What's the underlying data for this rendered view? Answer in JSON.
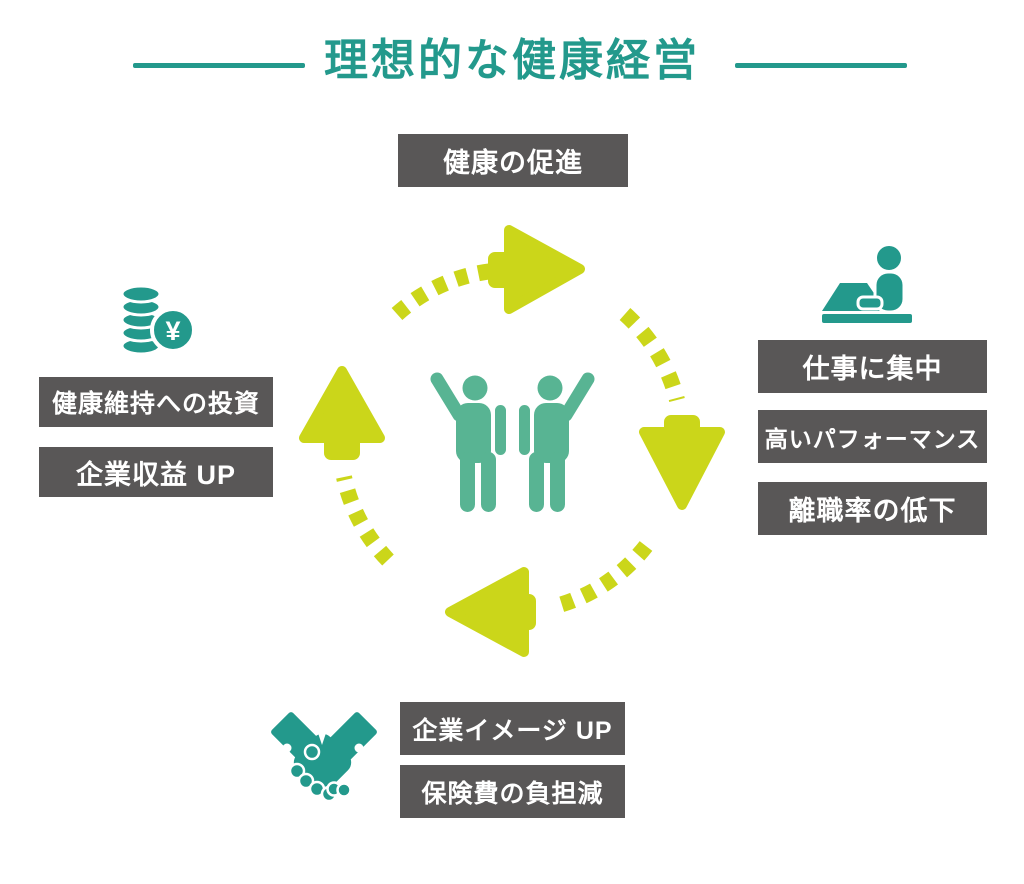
{
  "title": {
    "text": "理想的な健康経営"
  },
  "colors": {
    "teal": "#23998C",
    "people_green": "#58B493",
    "arrow_lime": "#CBD61A",
    "box_bg": "#595757",
    "box_text": "#FFFFFF"
  },
  "cycle": {
    "top": {
      "label": "健康の促進"
    },
    "right": {
      "icon": "person-at-laptop-icon",
      "labels": [
        "仕事に集中",
        "高いパフォーマンス",
        "離職率の低下"
      ]
    },
    "bottom": {
      "icon": "handshake-icon",
      "labels": [
        "企業イメージ UP",
        "保険費の負担減"
      ]
    },
    "left": {
      "icon": "yen-coin-stack-icon",
      "yen_symbol": "¥",
      "labels": [
        "健康維持への投資",
        "企業収益 UP"
      ]
    },
    "center": {
      "icon": "two-people-raising-hands-icon"
    }
  }
}
